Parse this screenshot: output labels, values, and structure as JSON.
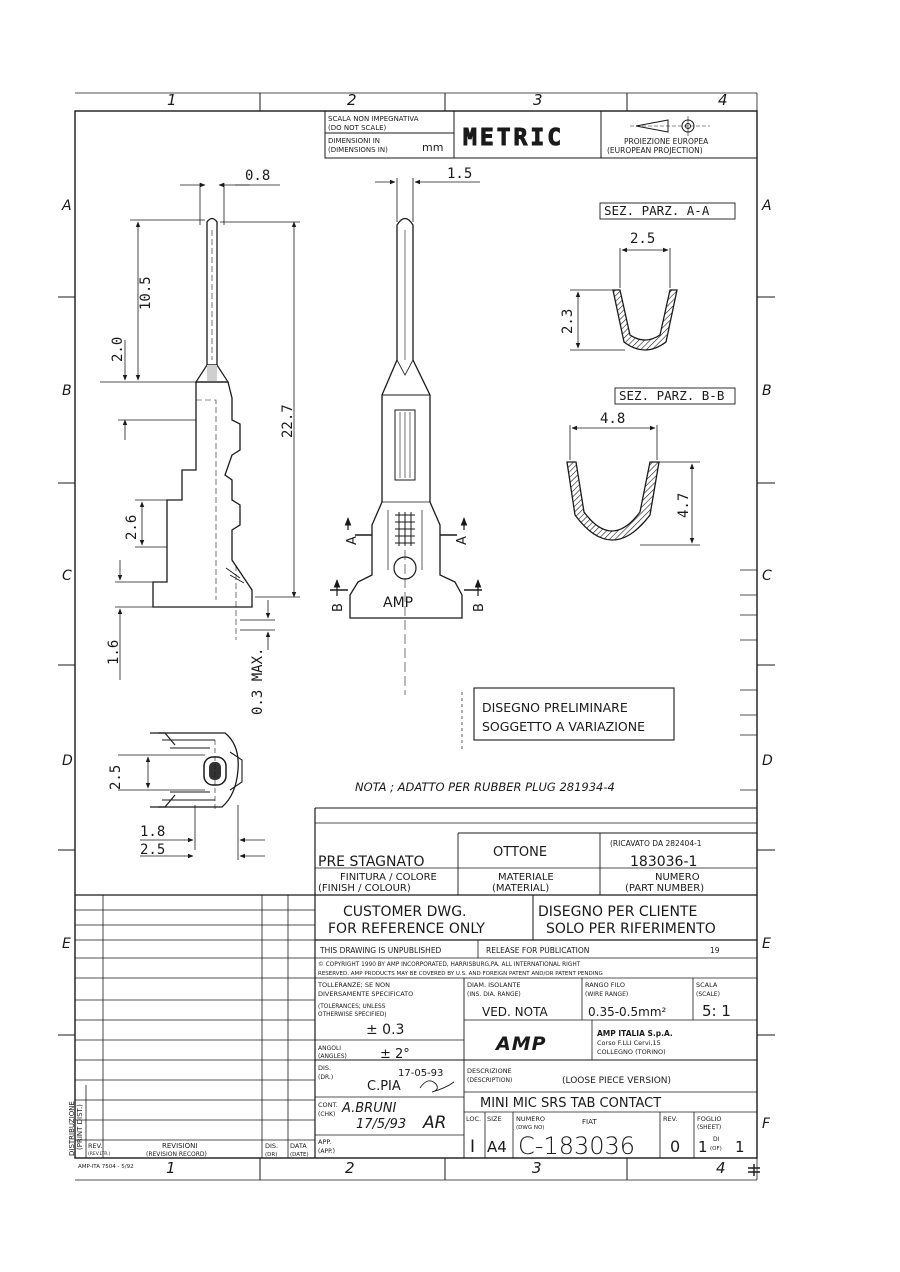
{
  "border": {
    "top_zones": [
      "1",
      "2",
      "3",
      "4"
    ],
    "bottom_zones": [
      "1",
      "2",
      "3",
      "4"
    ],
    "left_rows": [
      "A",
      "B",
      "C",
      "D",
      "E"
    ],
    "right_rows": [
      "A",
      "B",
      "C",
      "D",
      "E",
      "F"
    ]
  },
  "header": {
    "scale_note_it": "SCALA NON IMPEGNATIVA",
    "scale_note_en": "(DO NOT SCALE)",
    "dims_it": "DIMENSIONI IN",
    "dims_en": "(DIMENSIONS IN)",
    "dims_unit": "mm",
    "metric": "METRIC",
    "projection_it": "PROIEZIONE EUROPEA",
    "projection_en": "(EUROPEAN PROJECTION)"
  },
  "dimensions": {
    "side_tip_width": "0.8",
    "side_tip_length": "10.5",
    "side_step": "2.0",
    "overall_length": "22.7",
    "side_mid": "2.6",
    "side_base": "1.6",
    "max_gap": "0.3 MAX.",
    "front_width": "1.5",
    "end_height": "2.5",
    "end_width_a": "1.8",
    "end_width_b": "2.5"
  },
  "sections": {
    "a_label": "SEZ. PARZ. A-A",
    "a_width": "2.5",
    "a_height": "2.3",
    "b_label": "SEZ. PARZ. B-B",
    "b_width": "4.8",
    "b_height": "4.7",
    "cut_a": "A",
    "cut_b": "B"
  },
  "contact": {
    "stamp": "AMP"
  },
  "stamp": {
    "line1": "DISEGNO     PRELIMINARE",
    "line2": "SOGGETTO A VARIAZIONE"
  },
  "note": "NOTA ; ADATTO PER RUBBER PLUG 281934-4",
  "title_block": {
    "derived_from": "(RICAVATO DA 282404-1",
    "finish_value": "PRE STAGNATO",
    "material_value": "OTTONE",
    "part_number_value": "183036-1",
    "finish_label": "FINITURA / COLORE",
    "finish_label_en": "(FINISH / COLOUR)",
    "material_label": "MATERIALE",
    "material_label_en": "(MATERIAL)",
    "part_label": "NUMERO",
    "part_label_en": "(PART NUMBER)",
    "customer_en_1": "CUSTOMER DWG.",
    "customer_en_2": "FOR REFERENCE ONLY",
    "customer_it_1": "DISEGNO PER CLIENTE",
    "customer_it_2": "SOLO PER RIFERIMENTO",
    "unpublished": "THIS DRAWING IS UNPUBLISHED",
    "release": "RELEASE FOR PUBLICATION",
    "release_year": "19",
    "copyright_1": "© COPYRIGHT 1990   BY AMP INCORPORATED, HARRISBURG,PA.   ALL INTERNATIONAL RIGHT",
    "copyright_2": "RESERVED. AMP PRODUCTS MAY BE COVERED BY U.S. AND FOREIGN PATENT AND/OR PATENT PENDING",
    "tol_1": "TOLLERANZE; SE NON",
    "tol_2": "DIVERSAMENTE SPECIFICATO",
    "tol_3": "(TOLERANCES; UNLESS",
    "tol_4": "OTHERWISE SPECIFIED)",
    "tol_value": "± 0.3",
    "angles_label": "ANGOLI",
    "angles_label_en": "(ANGLES)",
    "angles_value": "± 2°",
    "insul_label": "DIAM. ISOLANTE",
    "insul_label_en": "(INS. DIA. RANGE)",
    "insul_value": "VED. NOTA",
    "wire_label": "RANGO FILO",
    "wire_label_en": "(WIRE RANGE)",
    "wire_value": "0.35-0.5mm²",
    "scale_label": "SCALA",
    "scale_label_en": "(SCALE)",
    "scale_value": "5: 1",
    "company_logo": "AMP",
    "company_name": "AMP ITALIA S.p.A.",
    "company_addr": "Corso F.LLI Cervi,15",
    "company_city": "COLLEGNO (TORINO)",
    "drawn_label": "DIS.",
    "drawn_label_en": "(DR.)",
    "drawn_date": "17-05-93",
    "drawn_by": "C.PIA",
    "checked_label": "CONT.",
    "checked_label_en": "(CHK)",
    "checked_by": "A.BRUNI",
    "checked_date": "17/5/93",
    "checked_initials": "AR",
    "approved_label": "APP.",
    "approved_label_en": "(APP.)",
    "desc_label": "DESCRIZIONE",
    "desc_label_en": "(DESCRIPTION)",
    "desc_version": "(LOOSE PIECE VERSION)",
    "desc_title": "MINI MIC SRS TAB CONTACT",
    "loc_label": "LOC.",
    "loc_value": "I",
    "size_label": "SIZE",
    "size_value": "A4",
    "dwg_label": "NUMERO",
    "dwg_label_en": "(DWG NO)",
    "dwg_note": "FIAT",
    "dwg_value": "C-183036",
    "rev_label": "REV.",
    "rev_value": "0",
    "sheet_label": "FOGLIO",
    "sheet_label_en": "(SHEET)",
    "sheet_of": "DI",
    "sheet_of_en": "(OF)",
    "sheet_value": "1",
    "sheet_total": "1"
  },
  "revision_block": {
    "distribution_1": "DISTRIBUZIONE",
    "distribution_2": "(PRINT DIST.)",
    "rev_col": "REV.",
    "rev_col_en": "(REV.LTR.)",
    "revisions_col": "REVISIONI",
    "revisions_col_en": "(REVISION RECORD)",
    "dis_col": "DIS.",
    "dis_col_en": "(DR)",
    "data_col": "DATA",
    "data_col_en": "(DATE)"
  },
  "footer_code": "AMP-ITA 7504 - 5/92"
}
